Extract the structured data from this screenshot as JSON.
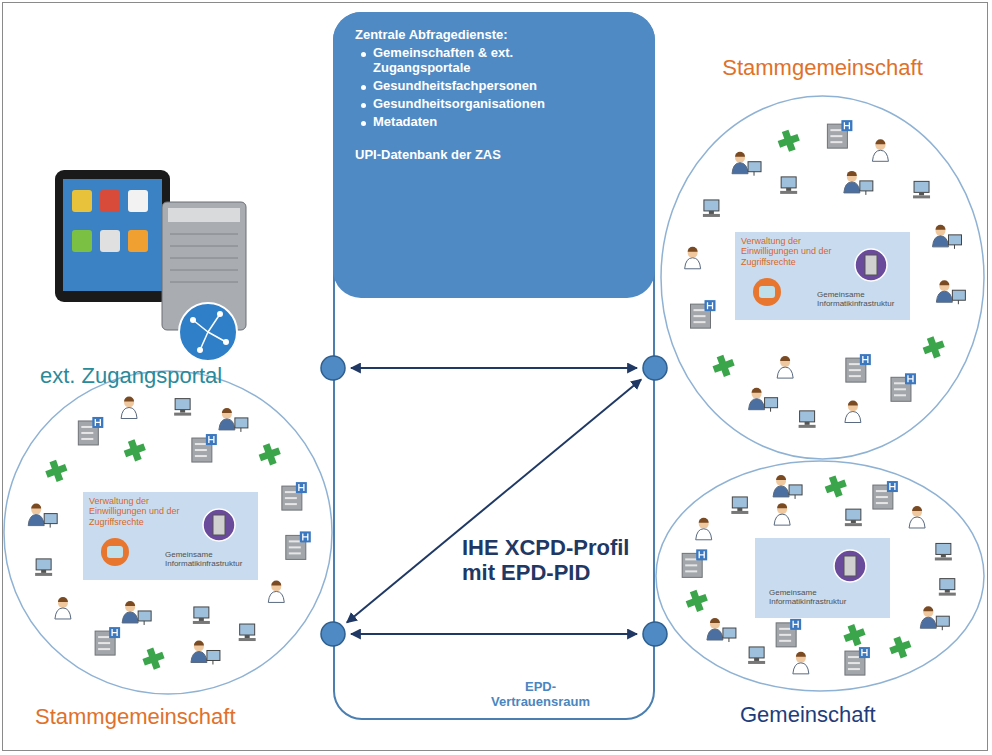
{
  "diagram": {
    "nodes": [
      {
        "text": [
          "EPD- Vertrauensraum"
        ]
      },
      {
        "text": [
          "Zentrale Abfragedienste:",
          "Gemeinschaften & ext. Zugangsportale",
          "Gesundheitsfachpersonen",
          "Gesundheitsorganisationen",
          "Metadaten",
          "UPI-Datenbank der ZAS"
        ],
        "in": 0
      },
      {
        "text": [
          "ext. Zugangsportal"
        ]
      },
      {
        "text": [
          "Stammgemeinschaft"
        ]
      },
      {
        "text": [
          "Verwaltung der Einwilligungen und der Zugriffsrechte",
          "Gemeinsame Informatikinfrastruktur"
        ],
        "in": 3
      },
      {
        "text": [
          "Stammgemeinschaft"
        ]
      },
      {
        "text": [
          "Verwaltung der Einwilligungen und der Zugriffsrechte",
          "Gemeinsame Informatikinfrastruktur"
        ],
        "in": 5
      },
      {
        "text": [
          "Gemeinschaft"
        ]
      },
      {
        "text": [
          "Gemeinsame Informatikinfrastruktur"
        ],
        "in": 7
      }
    ],
    "edges": [
      {
        "from": 2,
        "to": 3,
        "arrow": "both"
      },
      {
        "from": 3,
        "to": 5,
        "arrow": "both"
      },
      {
        "from": 5,
        "to": 7,
        "arrow": "both"
      }
    ],
    "labels": [
      "IHE XCPD-Profil mit EPD-PID"
    ]
  }
}
